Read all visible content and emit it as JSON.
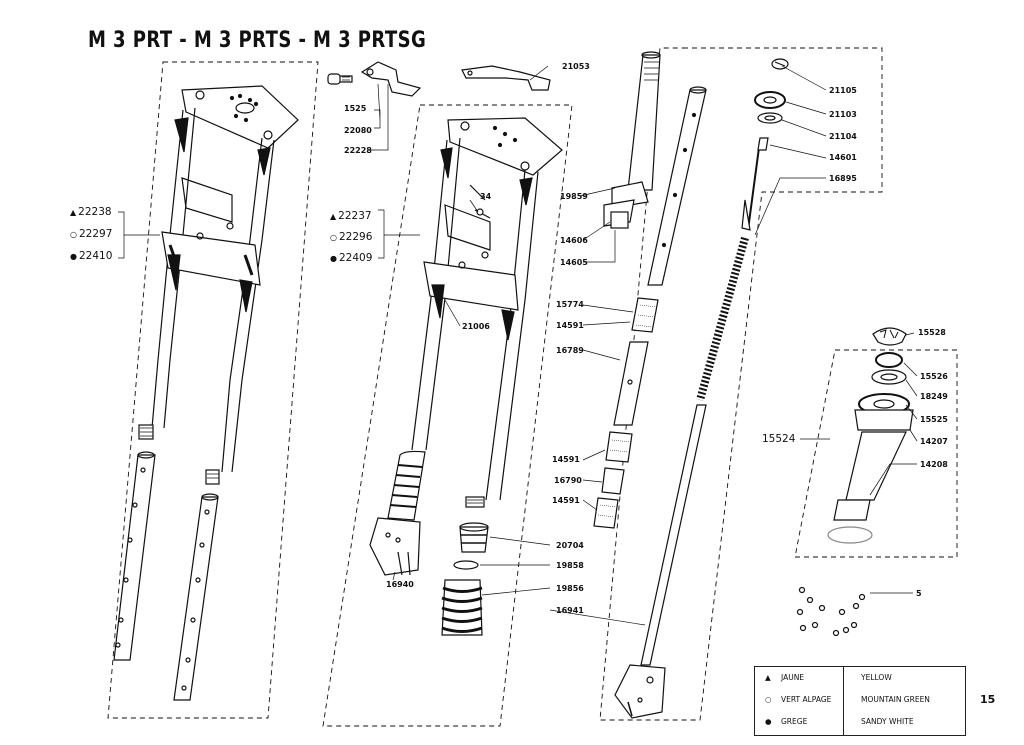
{
  "title": "M 3 PRT  -  M 3 PRTS  -  M 3 PRTSG",
  "page_number": "15",
  "variants_left": [
    {
      "marker": "▲",
      "code": "22238"
    },
    {
      "marker": "○",
      "code": "22297"
    },
    {
      "marker": "●",
      "code": "22410"
    }
  ],
  "variants_mid": [
    {
      "marker": "▲",
      "code": "22237"
    },
    {
      "marker": "○",
      "code": "22296"
    },
    {
      "marker": "●",
      "code": "22409"
    }
  ],
  "parts": {
    "p1525": "1525",
    "p22080": "22080",
    "p22228": "22228",
    "p21053": "21053",
    "p34": "34",
    "p21006": "21006",
    "p16940": "16940",
    "p19859": "19859",
    "p14606": "14606",
    "p14605": "14605",
    "p15774": "15774",
    "p14591a": "14591",
    "p16789": "16789",
    "p14591b": "14591",
    "p16790": "16790",
    "p14591c": "14591",
    "p20704": "20704",
    "p19858": "19858",
    "p19856": "19856",
    "p16941": "16941",
    "p21105": "21105",
    "p21103": "21103",
    "p21104": "21104",
    "p14601": "14601",
    "p16895": "16895",
    "p15528": "15528",
    "p15526": "15526",
    "p18249": "18249",
    "p15525": "15525",
    "p15524": "15524",
    "p14207": "14207",
    "p14208": "14208",
    "p5": "5"
  },
  "legend": [
    {
      "marker": "▲",
      "fr": "JAUNE",
      "en": "YELLOW"
    },
    {
      "marker": "○",
      "fr": "VERT ALPAGE",
      "en": "MOUNTAIN GREEN"
    },
    {
      "marker": "●",
      "fr": "GREGE",
      "en": "SANDY WHITE"
    }
  ],
  "colors": {
    "ink": "#111111",
    "paper": "#ffffff"
  }
}
